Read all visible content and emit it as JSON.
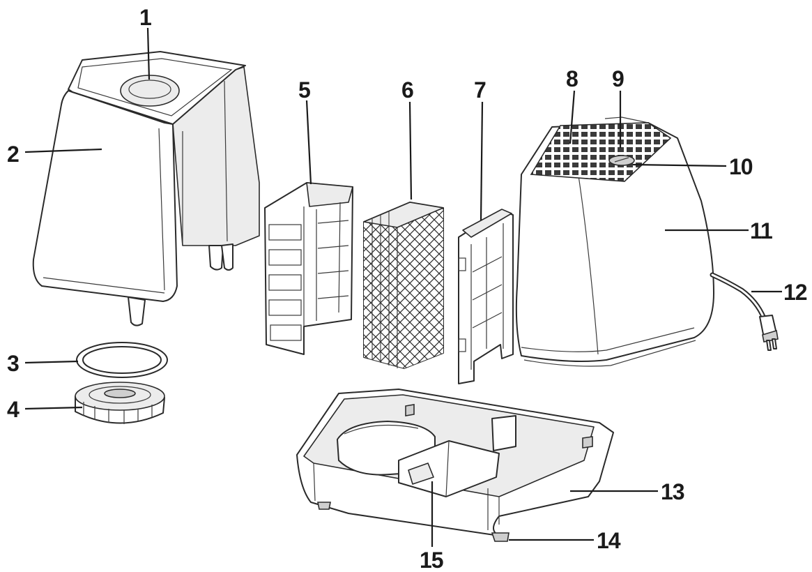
{
  "callouts": [
    {
      "id": "1",
      "label": "1"
    },
    {
      "id": "2",
      "label": "2"
    },
    {
      "id": "3",
      "label": "3"
    },
    {
      "id": "4",
      "label": "4"
    },
    {
      "id": "5",
      "label": "5"
    },
    {
      "id": "6",
      "label": "6"
    },
    {
      "id": "7",
      "label": "7"
    },
    {
      "id": "8",
      "label": "8"
    },
    {
      "id": "9",
      "label": "9"
    },
    {
      "id": "10",
      "label": "10"
    },
    {
      "id": "11",
      "label": "11"
    },
    {
      "id": "12",
      "label": "12"
    },
    {
      "id": "13",
      "label": "13"
    },
    {
      "id": "14",
      "label": "14"
    },
    {
      "id": "15",
      "label": "15"
    }
  ],
  "colors": {
    "ink": "#1a1a1a",
    "background": "#ffffff",
    "shade": "#ececec"
  }
}
